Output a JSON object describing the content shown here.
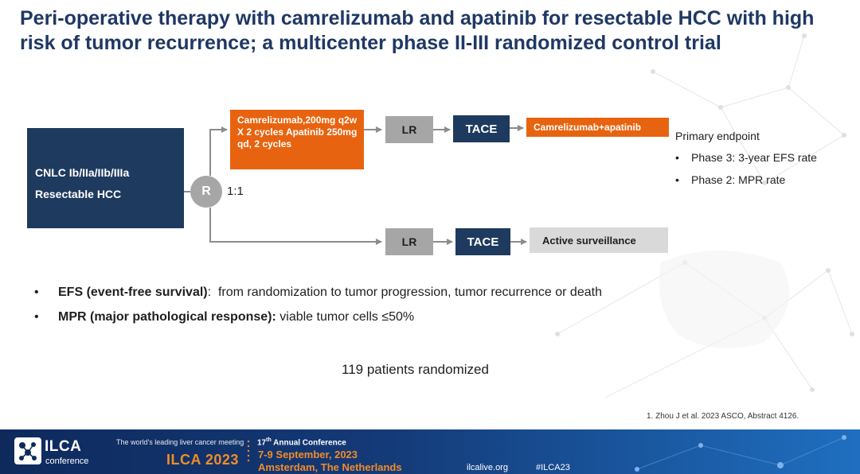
{
  "title": "Peri-operative therapy with camrelizumab and apatinib for resectable HCC with high risk of tumor recurrence; a multicenter phase II-III randomized control trial",
  "diagram": {
    "population_line1": "CNLC Ib/IIa/IIb/IIIa",
    "population_line2": "Resectable HCC",
    "randomization": "R",
    "ratio": "1:1",
    "arm1": {
      "neoadjuvant": "Camrelizumab,200mg q2w X 2 cycles Apatinib 250mg qd, 2 cycles",
      "surgery": "LR",
      "tace": "TACE",
      "adjuvant": "Camrelizumab+apatinib"
    },
    "arm2": {
      "surgery": "LR",
      "tace": "TACE",
      "adjuvant": "Active surveillance"
    },
    "colors": {
      "navy": "#1e3a5f",
      "orange": "#e8630f",
      "grey": "#a6a6a6",
      "light_grey": "#d9d9d9"
    }
  },
  "endpoints": {
    "heading": "Primary endpoint",
    "bullet": "•",
    "items": [
      "Phase 3: 3-year EFS rate",
      "Phase 2: MPR rate"
    ]
  },
  "definitions": [
    {
      "bullet": "•",
      "term": "EFS (event-free survival)",
      "sep": ":",
      "text": "from randomization to  tumor progression, tumor  recurrence or death"
    },
    {
      "bullet": "•",
      "term": "MPR (major pathological response):",
      "sep": "",
      "text": "viable tumor cells ≤50%"
    }
  ],
  "patients": "119 patients randomized",
  "reference": "1.   Zhou J et al. 2023 ASCO, Abstract 4126.",
  "footer": {
    "logo_text": "ILCA",
    "logo_sub": "conference",
    "tagline": "The world's leading liver cancer meeting",
    "event": "ILCA 2023",
    "annual_num": "17",
    "annual_sup": "th",
    "annual_rest": " Annual Conference",
    "dates": "7-9 September, 2023",
    "city": "Amsterdam, The Netherlands",
    "website": "ilcalive.org",
    "hashtag": "#ILCA23"
  }
}
